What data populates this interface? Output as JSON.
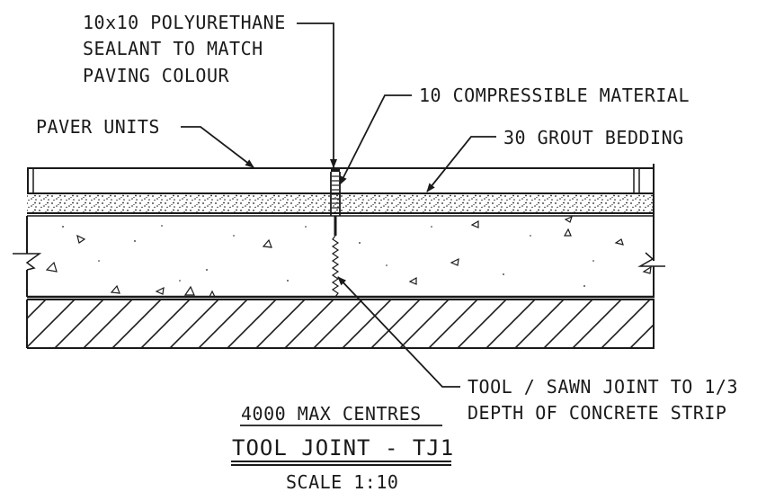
{
  "labels": {
    "sealant_line1": "10x10 POLYURETHANE",
    "sealant_line2": "SEALANT TO MATCH",
    "sealant_line3": "PAVING COLOUR",
    "compressible": "10 COMPRESSIBLE MATERIAL",
    "paver_units": "PAVER UNITS",
    "grout_bedding": "30 GROUT BEDDING",
    "tool_joint_line1": "TOOL / SAWN JOINT TO 1/3",
    "tool_joint_line2": "DEPTH OF CONCRETE STRIP"
  },
  "title_block": {
    "centres": "4000 MAX CENTRES",
    "title": "TOOL JOINT - TJ1",
    "scale": "SCALE 1:10"
  },
  "colors": {
    "ink": "#1a1a1a",
    "background": "#ffffff"
  }
}
